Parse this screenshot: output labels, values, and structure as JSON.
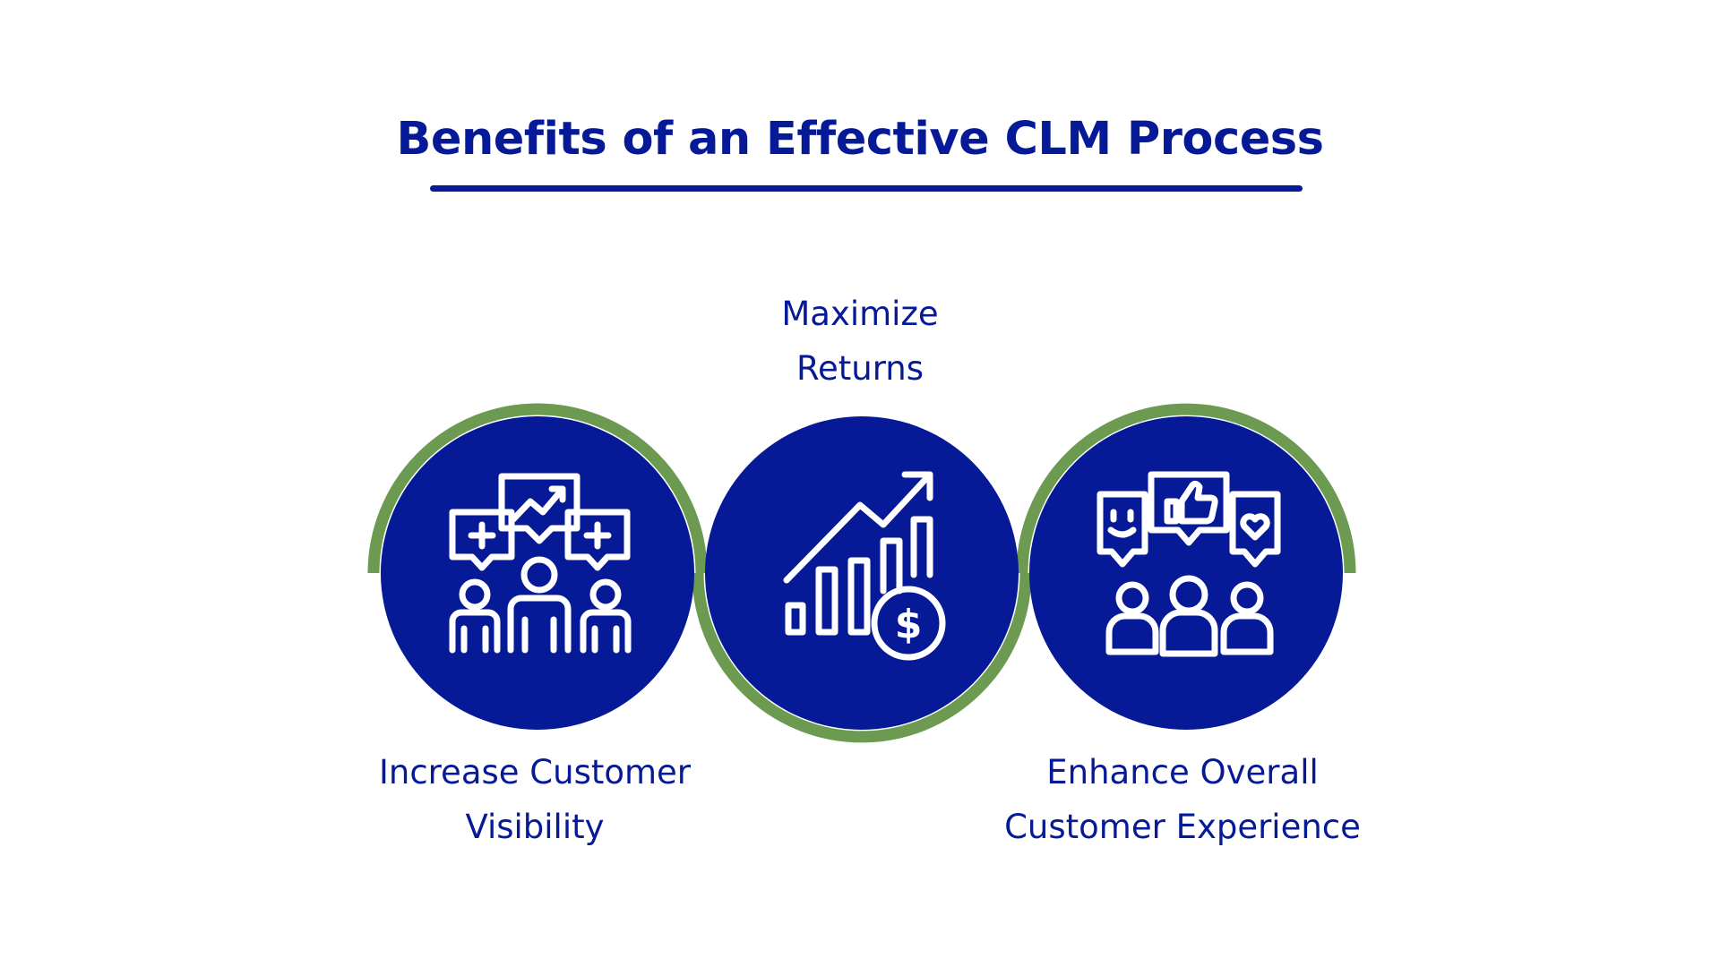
{
  "title": "Benefits of an Effective CLM Process",
  "colors": {
    "primary": "#061996",
    "accent": "#6B9A50",
    "icon": "#ffffff",
    "background": "#ffffff"
  },
  "benefits": [
    {
      "label_line1": "Increase Customer",
      "label_line2": "Visibility",
      "icon": "team-growth-icon",
      "arc": "top"
    },
    {
      "label_line1": "Maximize",
      "label_line2": "Returns",
      "icon": "revenue-growth-icon",
      "arc": "bottom"
    },
    {
      "label_line1": "Enhance Overall",
      "label_line2": "Customer Experience",
      "icon": "customer-feedback-icon",
      "arc": "top"
    }
  ]
}
